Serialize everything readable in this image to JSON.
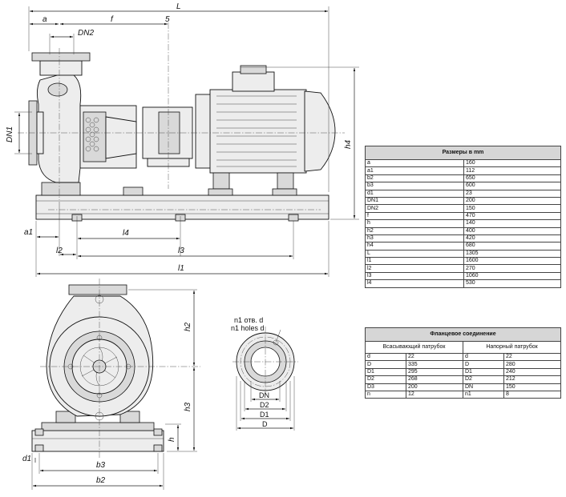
{
  "dims_labels": {
    "L": "L",
    "a": "a",
    "f": "f",
    "s": "5",
    "dn2": "DN2",
    "dn1": "DN1",
    "h4": "h4",
    "a1": "a1",
    "l2": "l2",
    "l4": "l4",
    "l3": "l3",
    "l1": "l1",
    "h2": "h2",
    "h3": "h3",
    "h": "h",
    "d1": "d1",
    "b3": "b3",
    "b2": "b2"
  },
  "flange_labels": {
    "holes_ru": "n1 отв. d",
    "holes_en": "n1 holes d",
    "DN": "DN",
    "D2": "D2",
    "D1": "D1",
    "D": "D"
  },
  "dimensions_table": {
    "title": "Размеры в mm",
    "rows": [
      {
        "key": "a",
        "value": "160"
      },
      {
        "key": "a1",
        "value": "112"
      },
      {
        "key": "b2",
        "value": "650"
      },
      {
        "key": "b3",
        "value": "600"
      },
      {
        "key": "d1",
        "value": "23"
      },
      {
        "key": "DN1",
        "value": "200"
      },
      {
        "key": "DN2",
        "value": "150"
      },
      {
        "key": "f",
        "value": "470"
      },
      {
        "key": "h",
        "value": "140"
      },
      {
        "key": "h2",
        "value": "400"
      },
      {
        "key": "h3",
        "value": "420"
      },
      {
        "key": "h4",
        "value": "680"
      },
      {
        "key": "L",
        "value": "1305"
      },
      {
        "key": "l1",
        "value": "1600"
      },
      {
        "key": "l2",
        "value": "270"
      },
      {
        "key": "l3",
        "value": "1060"
      },
      {
        "key": "l4",
        "value": "530"
      }
    ]
  },
  "flange_table": {
    "title": "Фланцевое соединение",
    "suction_header": "Всасывающий патрубок",
    "discharge_header": "Напорный патрубок",
    "rows": [
      {
        "sk": "d",
        "sv": "22",
        "dk": "d",
        "dv": "22"
      },
      {
        "sk": "D",
        "sv": "335",
        "dk": "D",
        "dv": "280"
      },
      {
        "sk": "D1",
        "sv": "295",
        "dk": "D1",
        "dv": "240"
      },
      {
        "sk": "D2",
        "sv": "268",
        "dk": "D2",
        "dv": "212"
      },
      {
        "sk": "D3",
        "sv": "200",
        "dk": "DN",
        "dv": "150"
      },
      {
        "sk": "n",
        "sv": "12",
        "dk": "n1",
        "dv": "8"
      }
    ]
  }
}
